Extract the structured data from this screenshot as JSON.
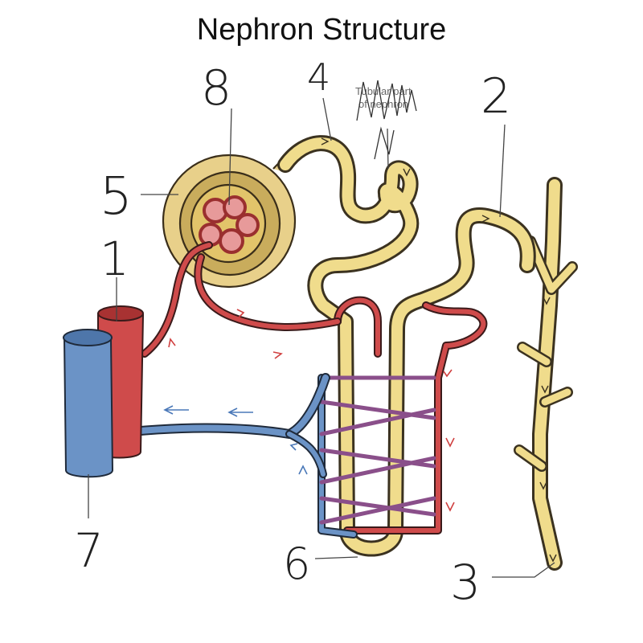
{
  "title": "Nephron Structure",
  "labels": [
    {
      "key": "1",
      "text": "1"
    },
    {
      "key": "2",
      "text": "2"
    },
    {
      "key": "3",
      "text": "3"
    },
    {
      "key": "4",
      "text": "4"
    },
    {
      "key": "5",
      "text": "5"
    },
    {
      "key": "6",
      "text": "6"
    },
    {
      "key": "7",
      "text": "7"
    },
    {
      "key": "8",
      "text": "8"
    }
  ],
  "annotation_lines": [
    "Tubular part",
    "of nephron"
  ],
  "colors": {
    "tubule": "#f0dc8c",
    "capsule": "#d9c27a",
    "artery": "#cf4b4b",
    "vein": "#6b93c6",
    "outline": "#3b3220"
  }
}
